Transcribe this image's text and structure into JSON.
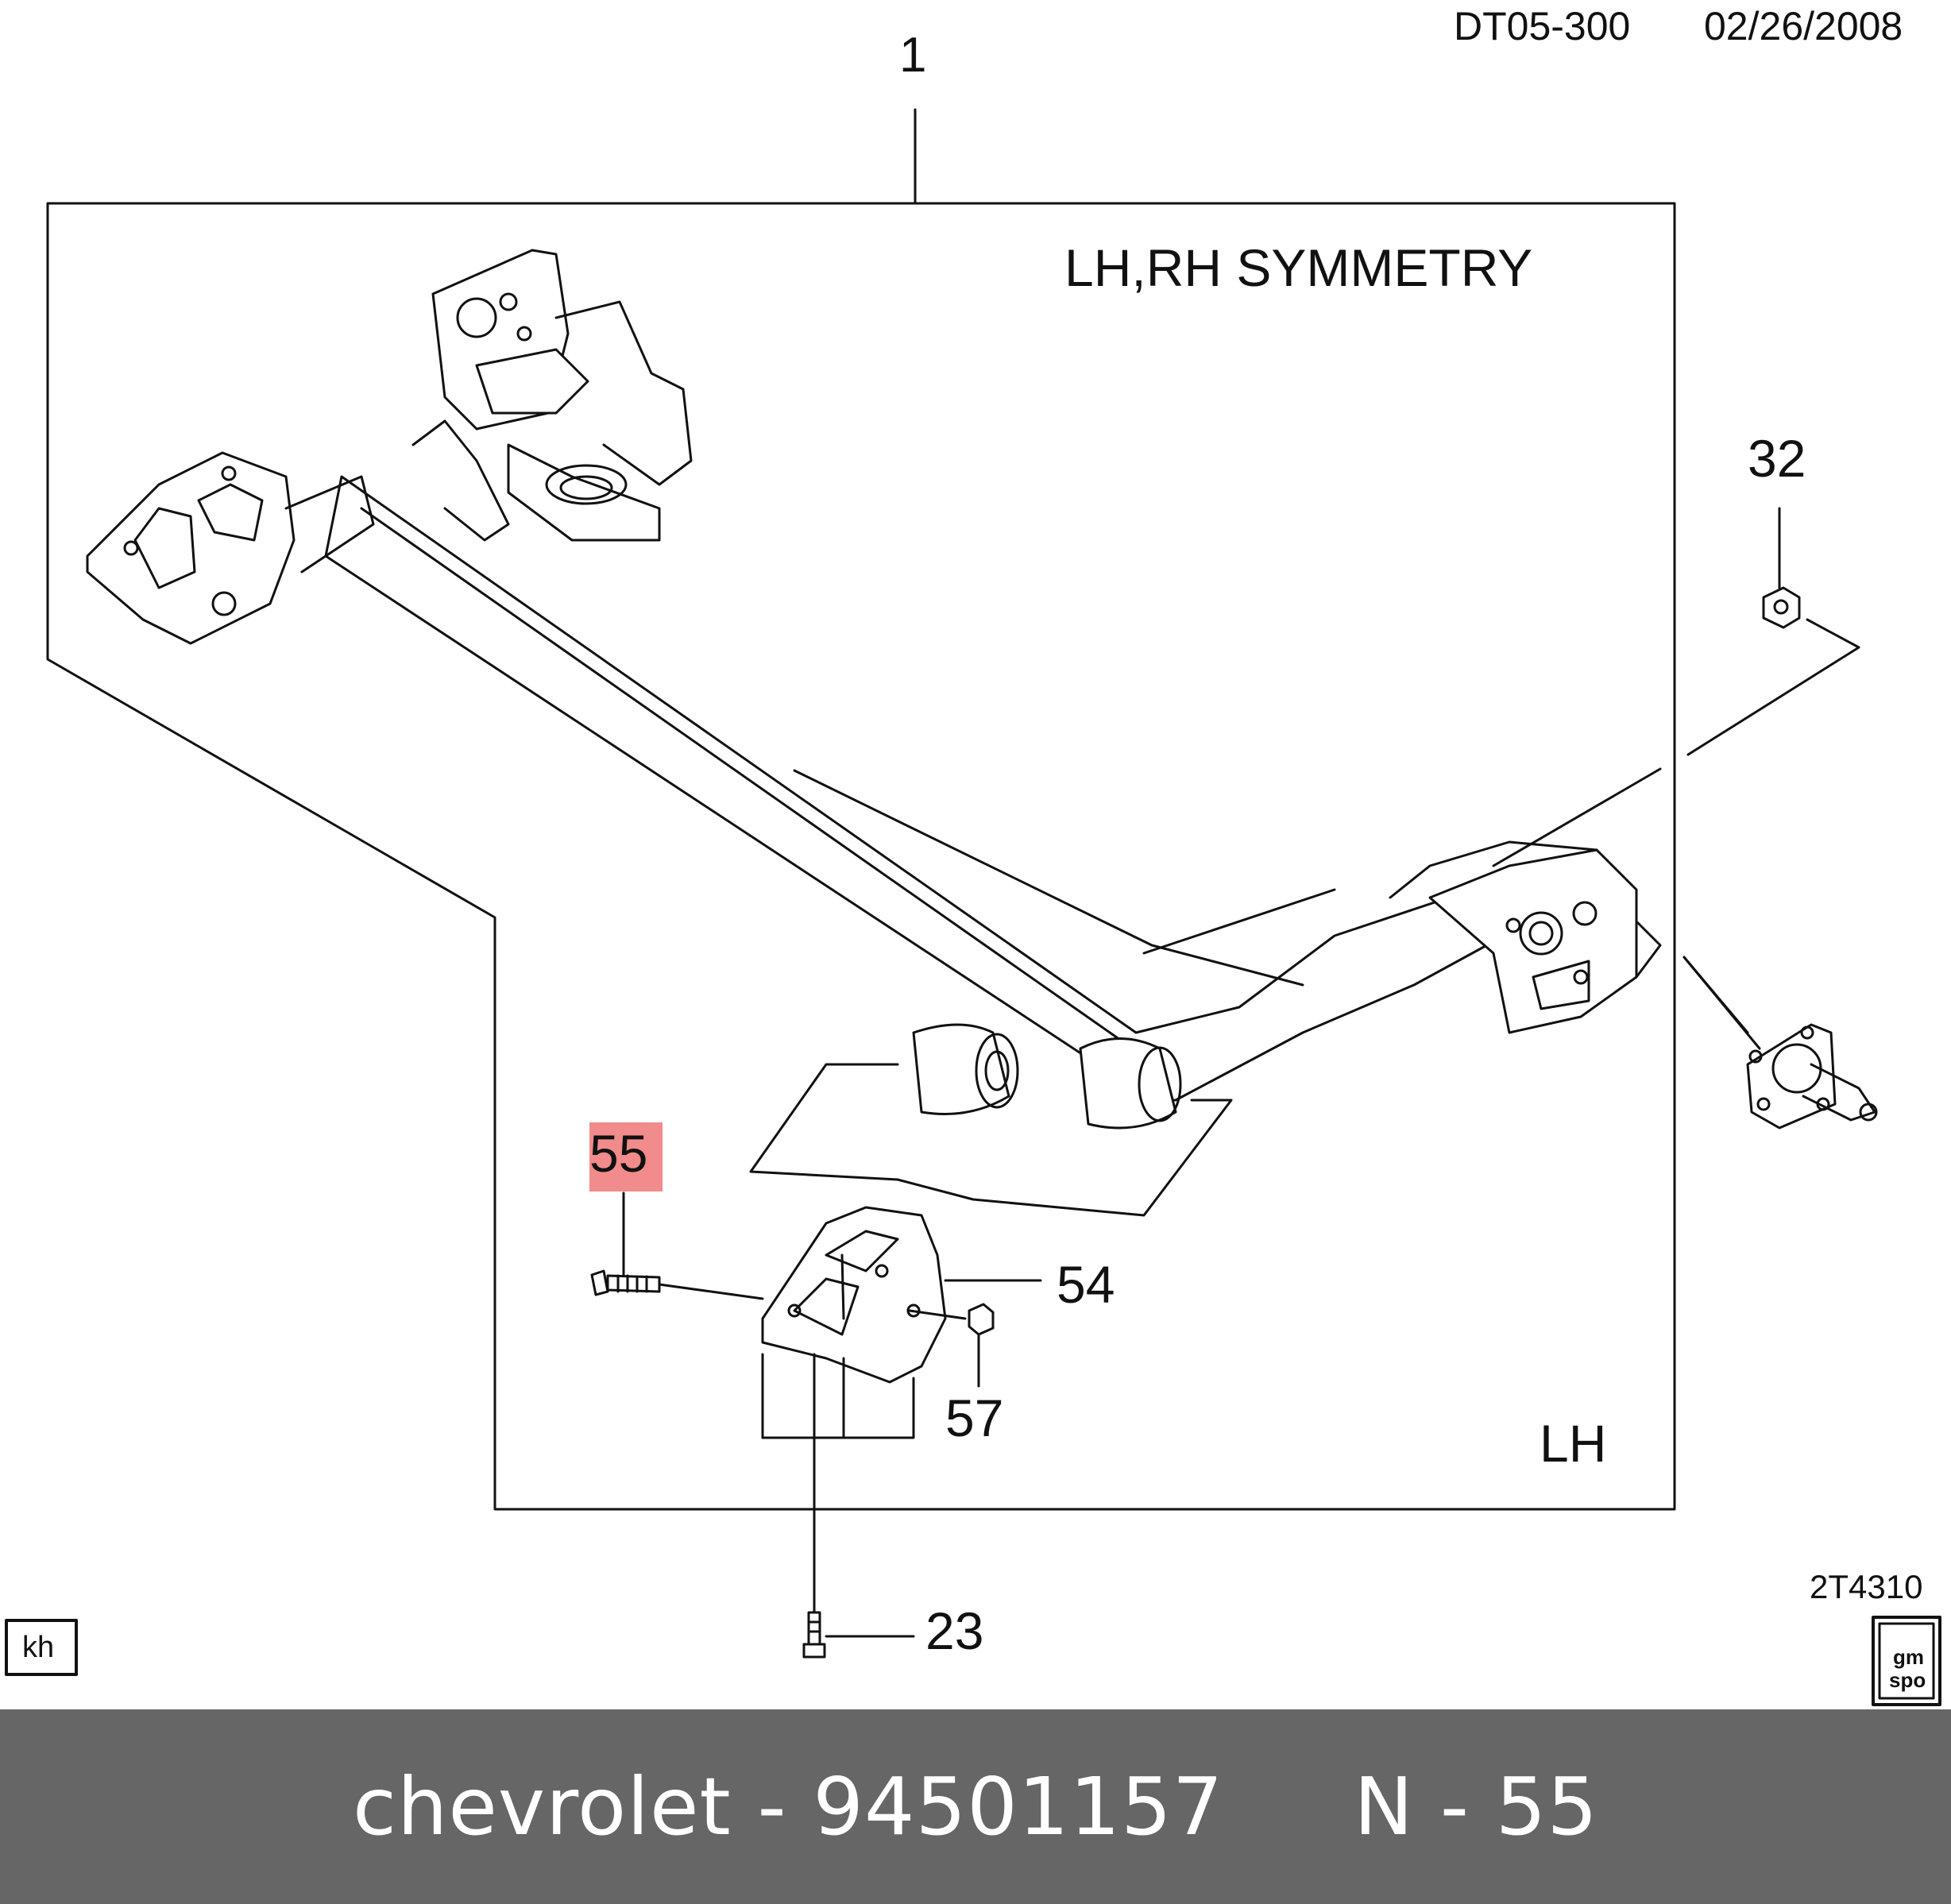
{
  "header": {
    "code": "DT05-300",
    "date": "02/26/2008"
  },
  "diagram": {
    "frame_note": "LH,RH SYMMETRY",
    "side_note": "LH",
    "figure_code": "2T4310",
    "corner_box": "kh",
    "logo_text_top": "gm",
    "logo_text_bottom": "spo",
    "highlight_color": "#f28b8b",
    "callouts": {
      "c1": "1",
      "c32": "32",
      "c55": "55",
      "c54": "54",
      "c57": "57",
      "c23": "23"
    },
    "highlighted_callout": "55"
  },
  "footer": {
    "text": "chevrolet - 94501157     N - 55"
  }
}
